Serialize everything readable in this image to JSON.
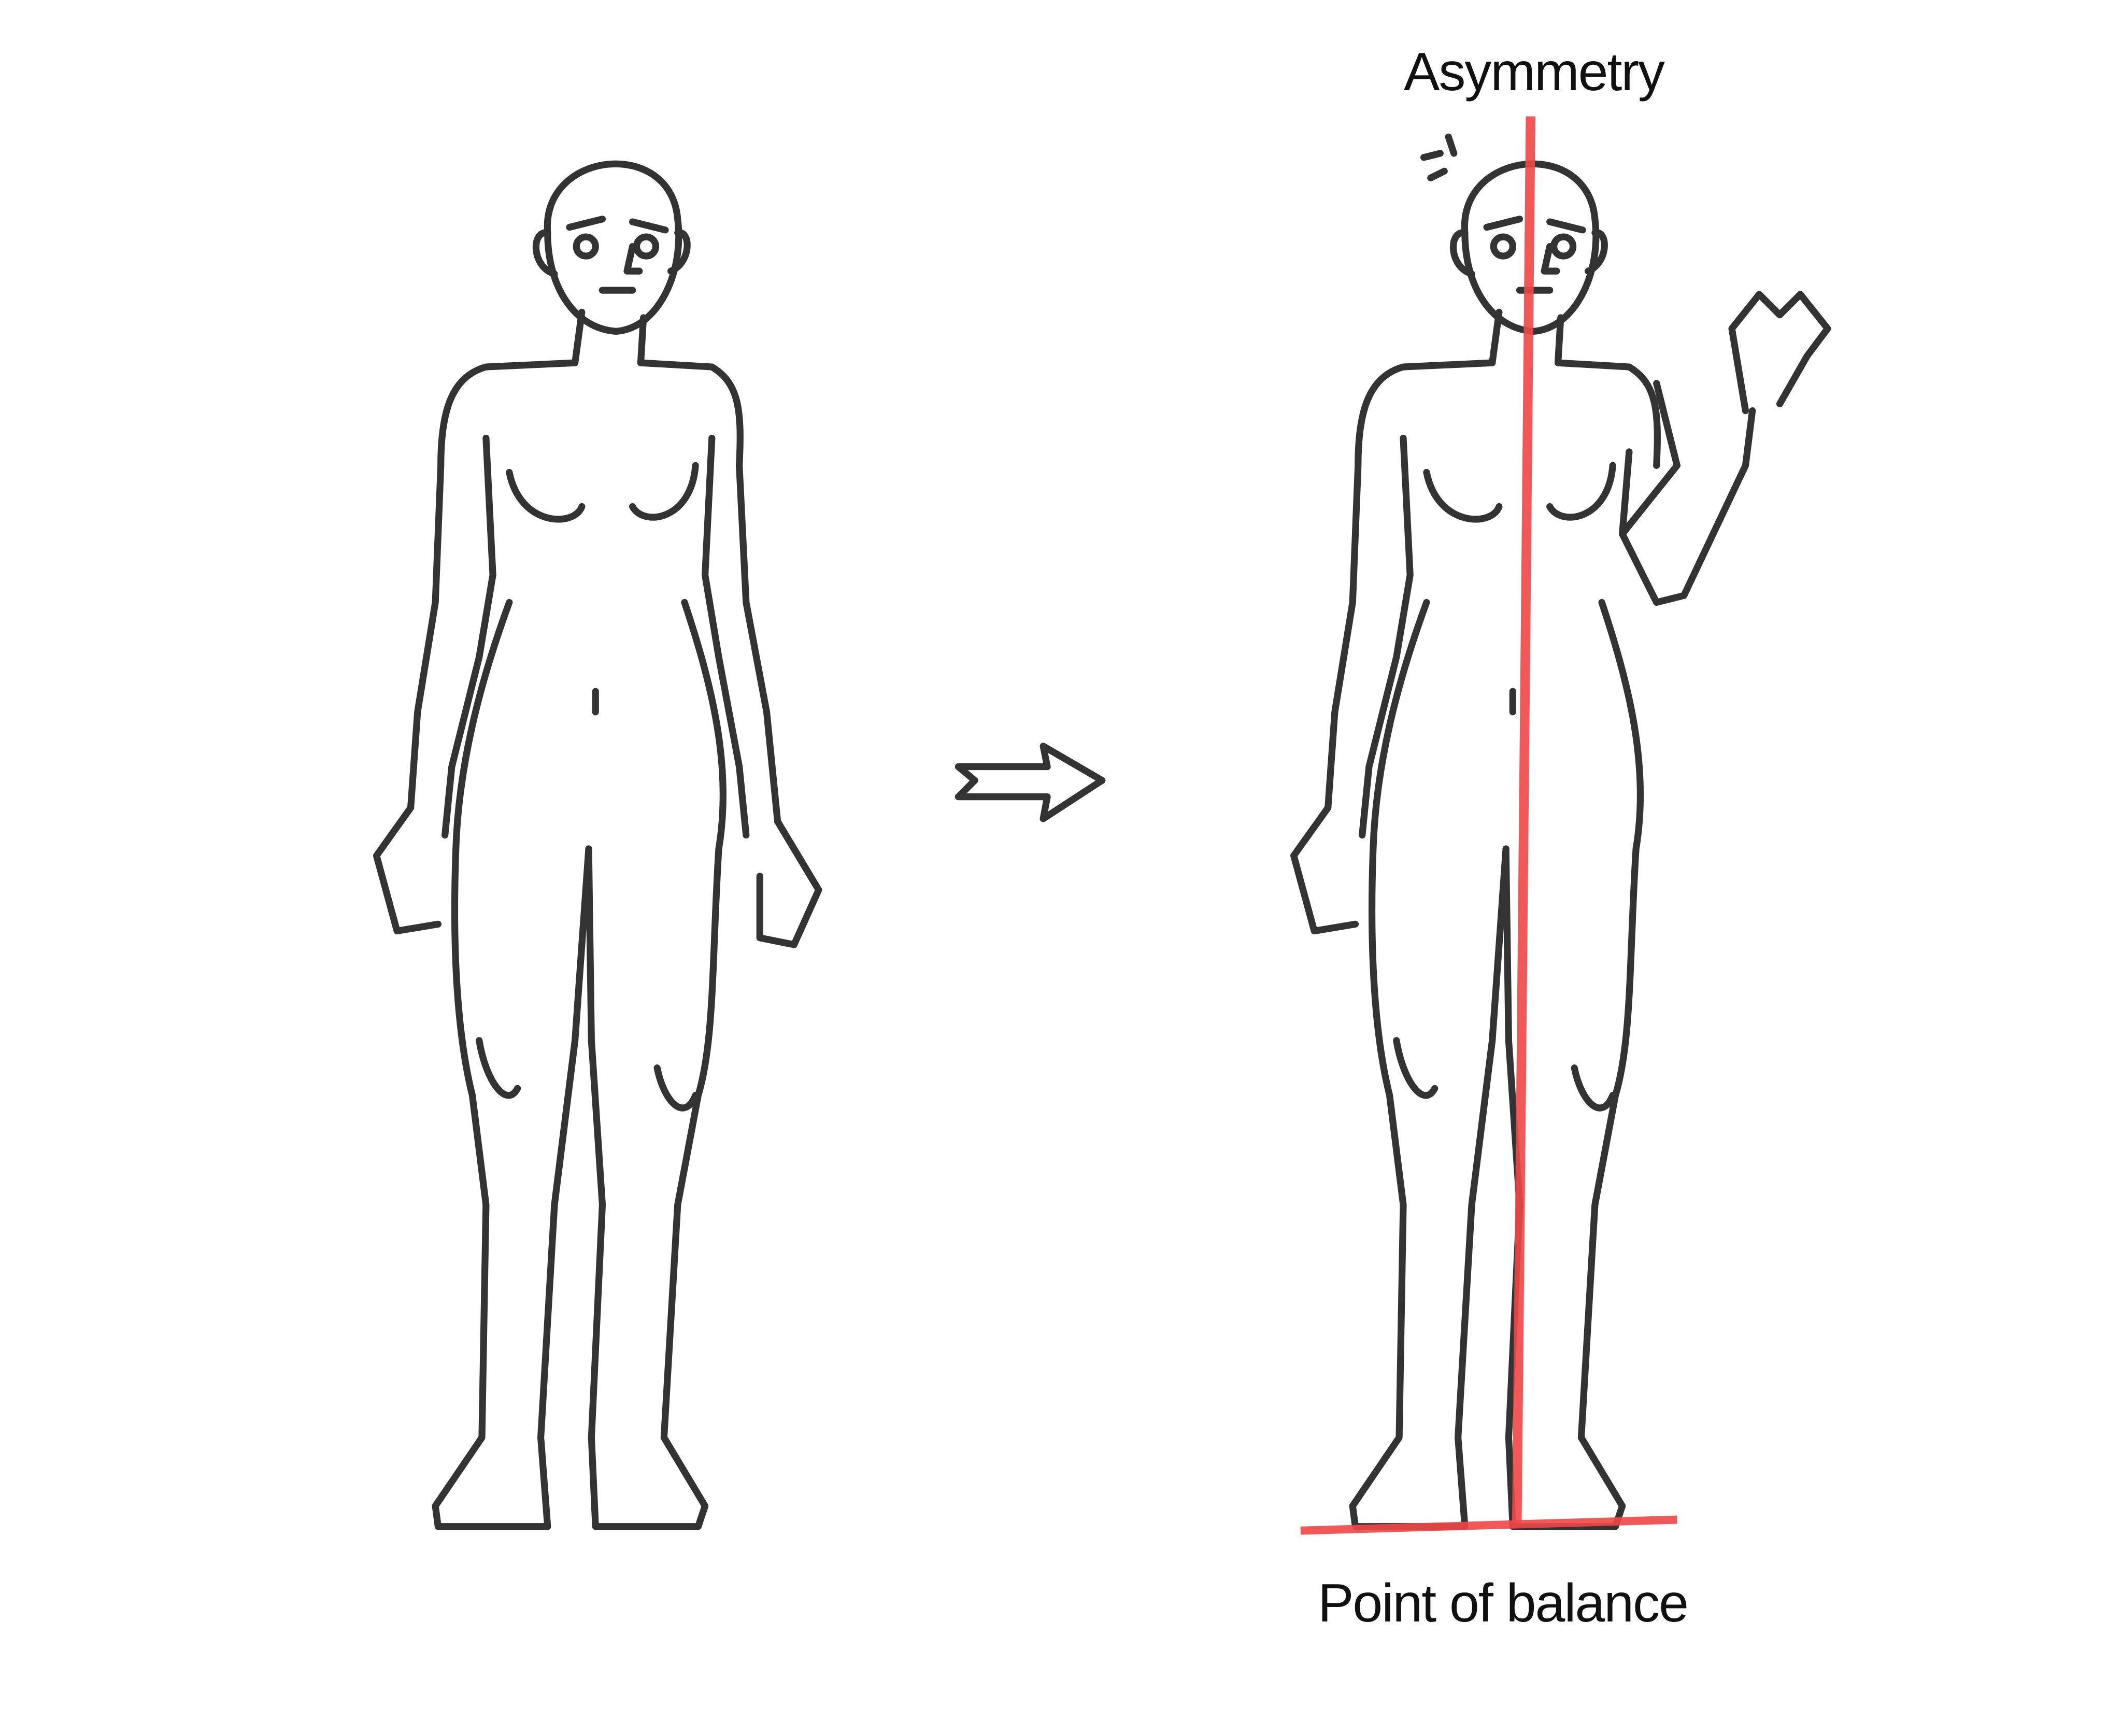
{
  "labels": {
    "top": "Asymmetry",
    "bottom": "Point of balance"
  },
  "figures": [
    {
      "name": "symmetric-pose"
    },
    {
      "name": "asymmetric-pose"
    }
  ],
  "colors": {
    "line": "#333333",
    "guide": "#f04848"
  }
}
